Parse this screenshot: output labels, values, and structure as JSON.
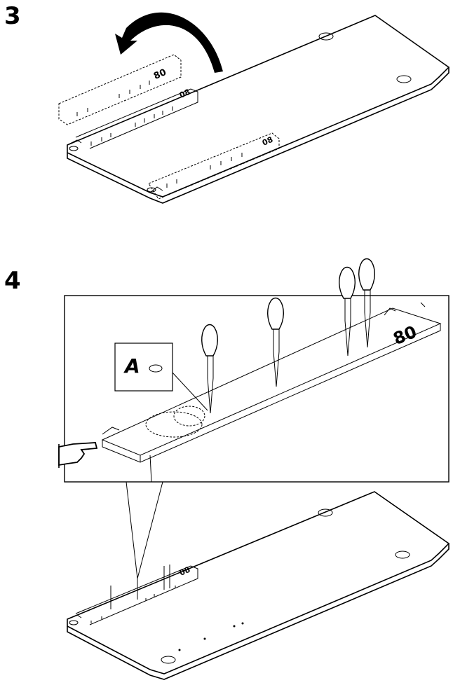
{
  "steps": [
    {
      "number": "3"
    },
    {
      "number": "4"
    }
  ],
  "labels": {
    "template_code": "08",
    "hole_marker": "A"
  }
}
